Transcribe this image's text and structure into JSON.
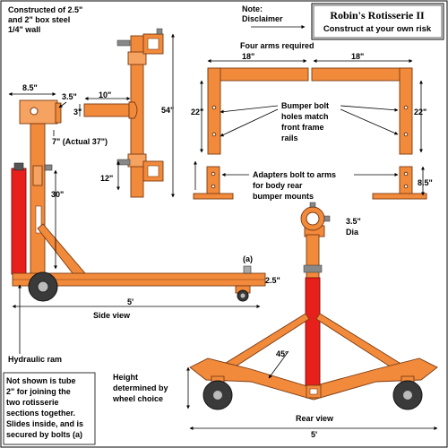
{
  "title": "Robin's Rotisserie II",
  "subtitle": "Construct at your own risk",
  "note": [
    "Note:",
    "Disclaimer"
  ],
  "construction": [
    "Constructed of 2.5\"",
    "and 2\" box steel",
    "1/4\" wall"
  ],
  "four_arms": "Four arms required",
  "bumper": [
    "Bumper bolt",
    "holes match",
    "front frame",
    "rails"
  ],
  "adapters": [
    "Adapters bolt to arms",
    "for body rear",
    "bumper mounts"
  ],
  "dims": {
    "d8_5": "8.5\"",
    "d3_5": "3.5\"",
    "d10": "10\"",
    "d3": "3\"",
    "d54": "54\"",
    "d7": "7\" (Actual 37\")",
    "d12": "12\"",
    "d30": "30\"",
    "d2_5": "2.5\"",
    "d5": "5'",
    "d18a": "18\"",
    "d18b": "18\"",
    "d22a": "22\"",
    "d22b": "22\"",
    "d8_5b": "8.5\"",
    "dia": [
      "3.5\"",
      "Dia"
    ],
    "deg": "45°",
    "d5b": "5'"
  },
  "a_label": "(a)",
  "side_view": "Side view",
  "rear_view": "Rear view",
  "hydraulic": [
    "Hydraulic ram"
  ],
  "height": [
    "Height",
    "determined by",
    "wheel choice"
  ],
  "not_shown": [
    "Not shown is tube",
    "2\" for joining the",
    "two rotisserie",
    "sections together.",
    "Slides inside, and is",
    "secured by bolts (a)"
  ],
  "colors": {
    "steel": "#f28a3c",
    "ram": "#e8201c",
    "wheel": "#3a3a3a"
  }
}
